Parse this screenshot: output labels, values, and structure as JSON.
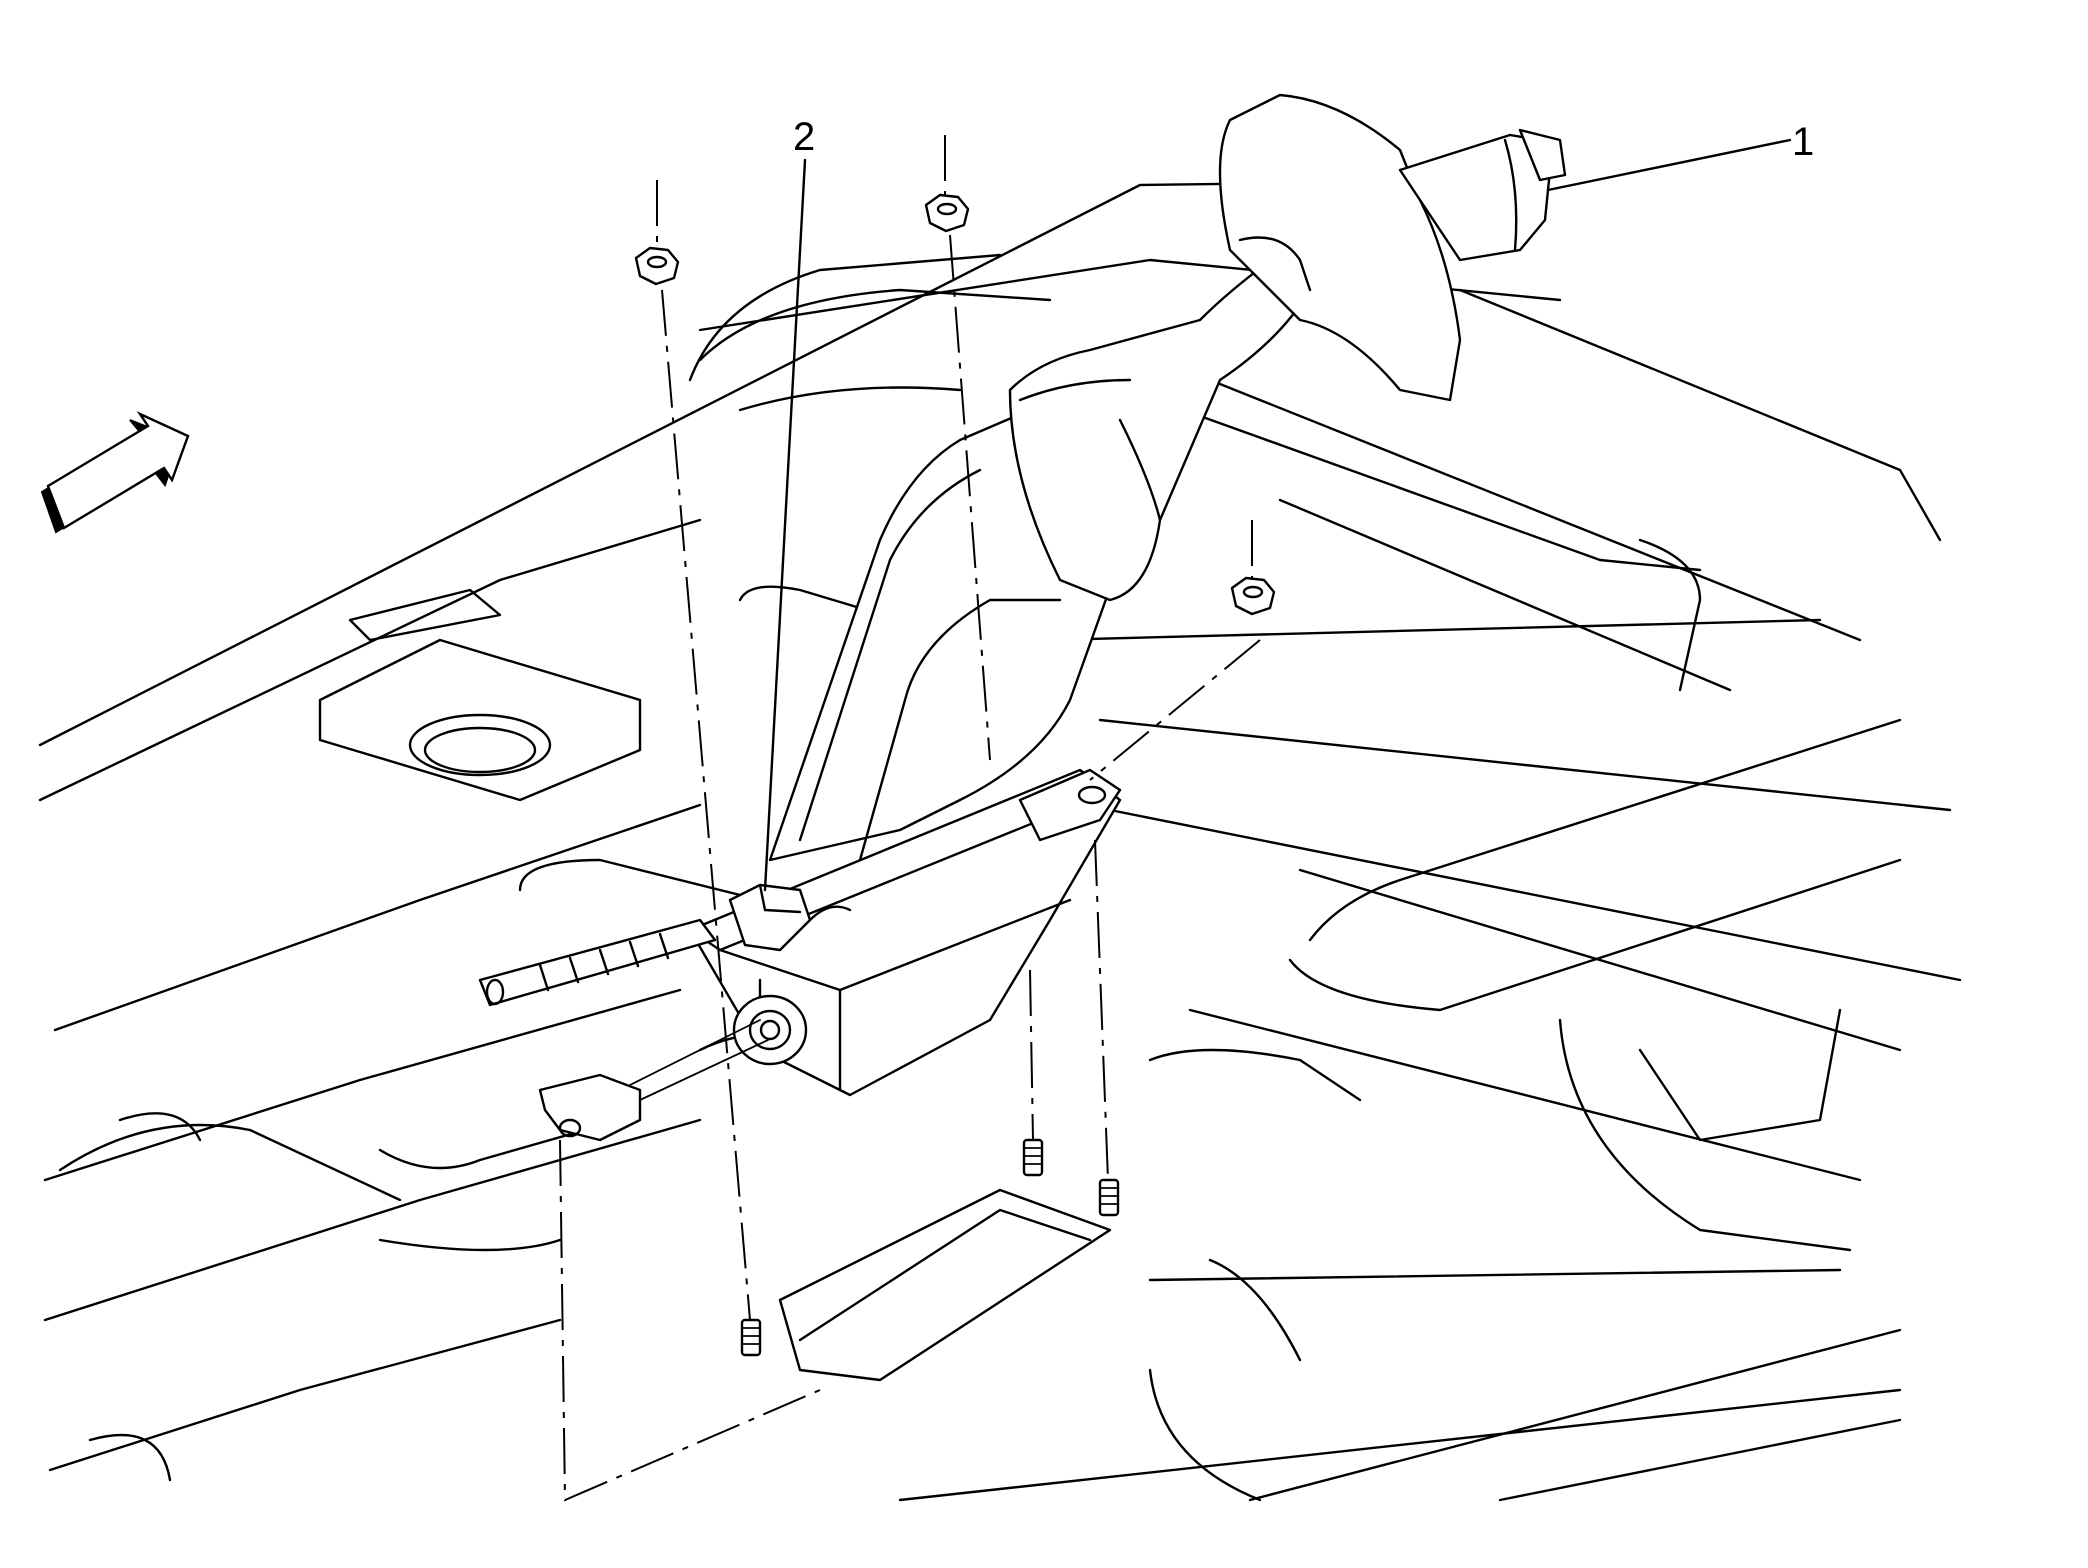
{
  "callouts": [
    {
      "id": 1,
      "label": "1"
    },
    {
      "id": 2,
      "label": "2"
    }
  ],
  "icons": {
    "direction_arrow": "arrow-forward-icon"
  }
}
